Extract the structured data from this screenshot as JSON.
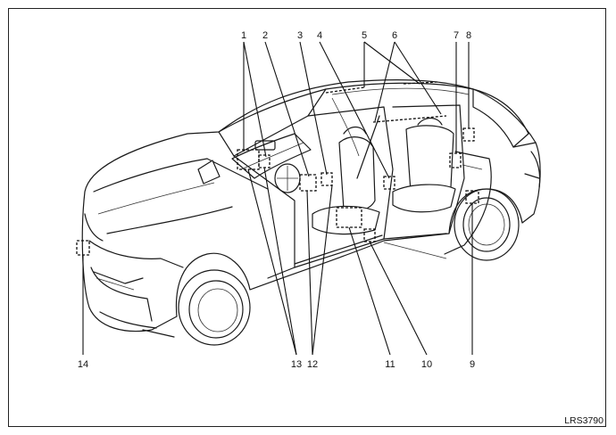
{
  "figure": {
    "code": "LRS3790",
    "callouts": [
      {
        "id": "1",
        "label": "1"
      },
      {
        "id": "2",
        "label": "2"
      },
      {
        "id": "3",
        "label": "3"
      },
      {
        "id": "4",
        "label": "4"
      },
      {
        "id": "5",
        "label": "5"
      },
      {
        "id": "6",
        "label": "6"
      },
      {
        "id": "7",
        "label": "7"
      },
      {
        "id": "8",
        "label": "8"
      },
      {
        "id": "9",
        "label": "9"
      },
      {
        "id": "10",
        "label": "10"
      },
      {
        "id": "11",
        "label": "11"
      },
      {
        "id": "12",
        "label": "12"
      },
      {
        "id": "13",
        "label": "13"
      },
      {
        "id": "14",
        "label": "14"
      }
    ]
  }
}
